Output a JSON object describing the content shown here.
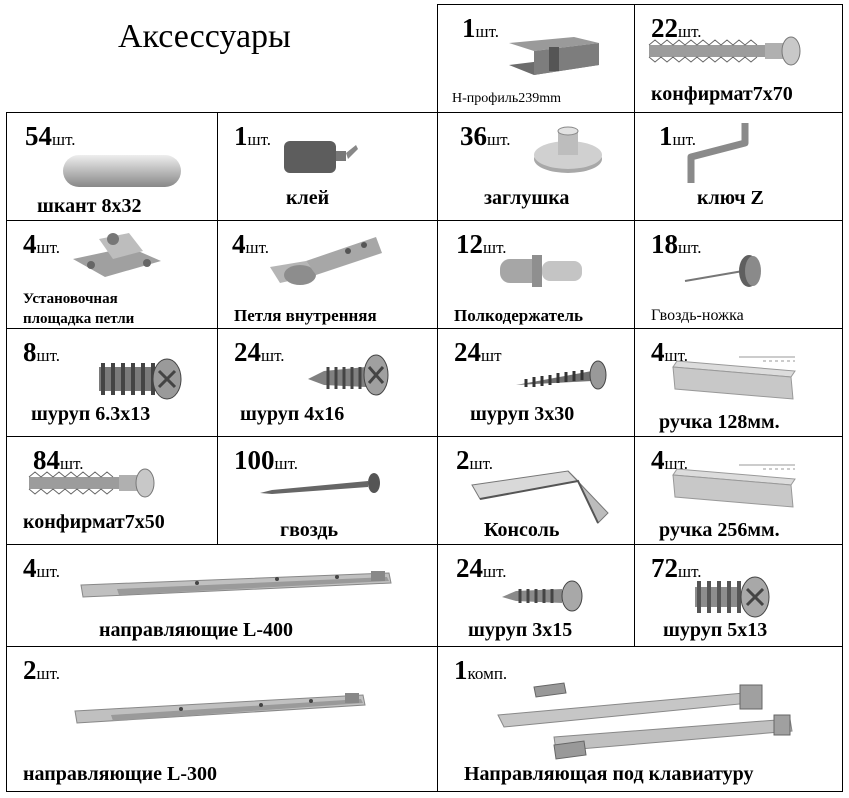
{
  "title": "Аксессуары",
  "items": [
    {
      "qty": "1",
      "unit": "шт.",
      "label": "Н-профиль239mm",
      "icon": "h-profile-icon"
    },
    {
      "qty": "22",
      "unit": "шт.",
      "label": "конфирмат7х70",
      "icon": "confirmat-screw-icon"
    },
    {
      "qty": "54",
      "unit": "шт.",
      "label": "шкант 8х32",
      "icon": "dowel-icon"
    },
    {
      "qty": "1",
      "unit": "шт.",
      "label": "клей",
      "icon": "glue-bottle-icon"
    },
    {
      "qty": "36",
      "unit": "шт.",
      "label": "заглушка",
      "icon": "cap-plug-icon"
    },
    {
      "qty": "1",
      "unit": "шт.",
      "label": "ключ Z",
      "icon": "z-key-icon"
    },
    {
      "qty": "4",
      "unit": "шт.",
      "label_line1": "Установочная",
      "label_line2": "площадка петли",
      "icon": "hinge-plate-icon"
    },
    {
      "qty": "4",
      "unit": "шт.",
      "label": "Петля внутренняя",
      "icon": "hinge-icon"
    },
    {
      "qty": "12",
      "unit": "шт.",
      "label": "Полкодержатель",
      "icon": "shelf-support-icon"
    },
    {
      "qty": "18",
      "unit": "шт.",
      "label": "Гвоздь-ножка",
      "icon": "nail-foot-icon"
    },
    {
      "qty": "8",
      "unit": "шт.",
      "label": "шуруп 6.3х13",
      "icon": "screw-icon"
    },
    {
      "qty": "24",
      "unit": "шт.",
      "label": "шуруп  4х16",
      "icon": "screw-icon"
    },
    {
      "qty": "24",
      "unit": "шт",
      "label": "шуруп 3х30",
      "icon": "screw-icon"
    },
    {
      "qty": "4",
      "unit": "шт.",
      "label": "ручка 128мм.",
      "icon": "handle-icon"
    },
    {
      "qty": "84",
      "unit": "шт.",
      "label": "конфирмат7х50",
      "icon": "confirmat-screw-icon"
    },
    {
      "qty": "100",
      "unit": "шт.",
      "label": "гвоздь",
      "icon": "nail-icon"
    },
    {
      "qty": "2",
      "unit": "шт.",
      "label": "Консоль",
      "icon": "console-bracket-icon"
    },
    {
      "qty": "4",
      "unit": "шт.",
      "label": "ручка 256мм.",
      "icon": "handle-icon"
    },
    {
      "qty": "4",
      "unit": "шт.",
      "label": "направляющие  L-400",
      "icon": "drawer-slide-icon"
    },
    {
      "qty": "24",
      "unit": "шт.",
      "label": "шуруп 3х15",
      "icon": "screw-icon"
    },
    {
      "qty": "72",
      "unit": "шт.",
      "label": "шуруп  5х13",
      "icon": "screw-icon"
    },
    {
      "qty": "2",
      "unit": "шт.",
      "label": "направляющие  L-300",
      "icon": "drawer-slide-icon"
    },
    {
      "qty": "1",
      "unit": "комп.",
      "label": "Направляющая под клавиатуру",
      "icon": "keyboard-slide-icon"
    }
  ]
}
